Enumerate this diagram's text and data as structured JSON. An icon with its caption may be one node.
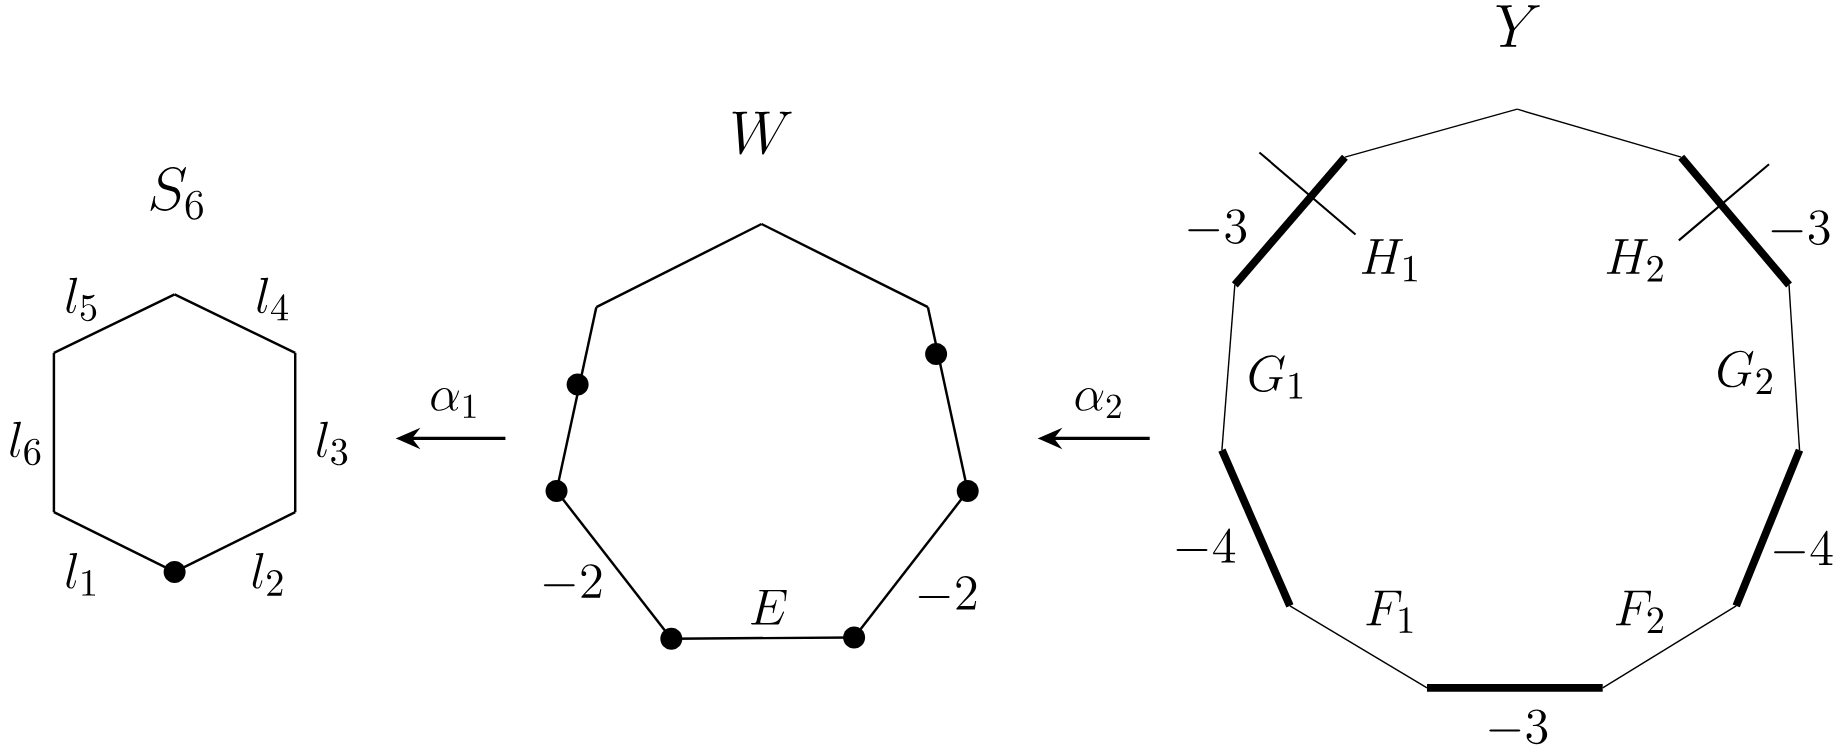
{
  "diagram": {
    "nodes": [
      {
        "text": [
          "S_6"
        ]
      },
      {
        "text": [
          "W"
        ]
      },
      {
        "text": [
          "Y"
        ]
      }
    ],
    "edges": [
      {
        "from": 1,
        "to": 0,
        "arrow": "to",
        "label": "\\alpha_1"
      },
      {
        "from": 2,
        "to": 1,
        "arrow": "to",
        "label": "\\alpha_2"
      }
    ],
    "labels": [
      "l_5",
      "l_4",
      "l_6",
      "l_3",
      "l_1",
      "l_2",
      "-2",
      "E",
      "-2",
      "-3",
      "H_1",
      "H_2",
      "-3",
      "G_1",
      "G_2",
      "-4",
      "-4",
      "F_1",
      "F_2",
      "-3"
    ]
  }
}
